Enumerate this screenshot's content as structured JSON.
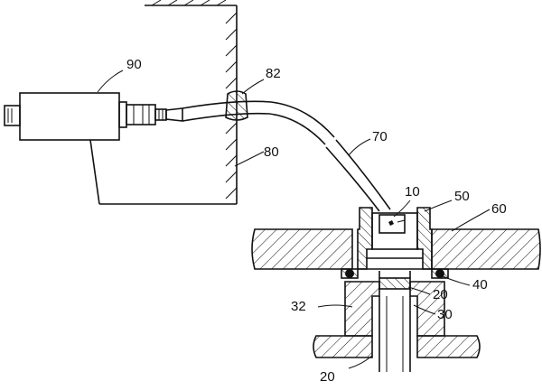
{
  "labels": {
    "sensor_unit": "90",
    "grommet": "82",
    "wall": "80",
    "cable": "70",
    "probe": "10",
    "housing": "50",
    "plate": "60",
    "seal_ring": "40",
    "shaft_upper": "20",
    "block": "30",
    "body": "32",
    "shaft_lower": "20"
  }
}
